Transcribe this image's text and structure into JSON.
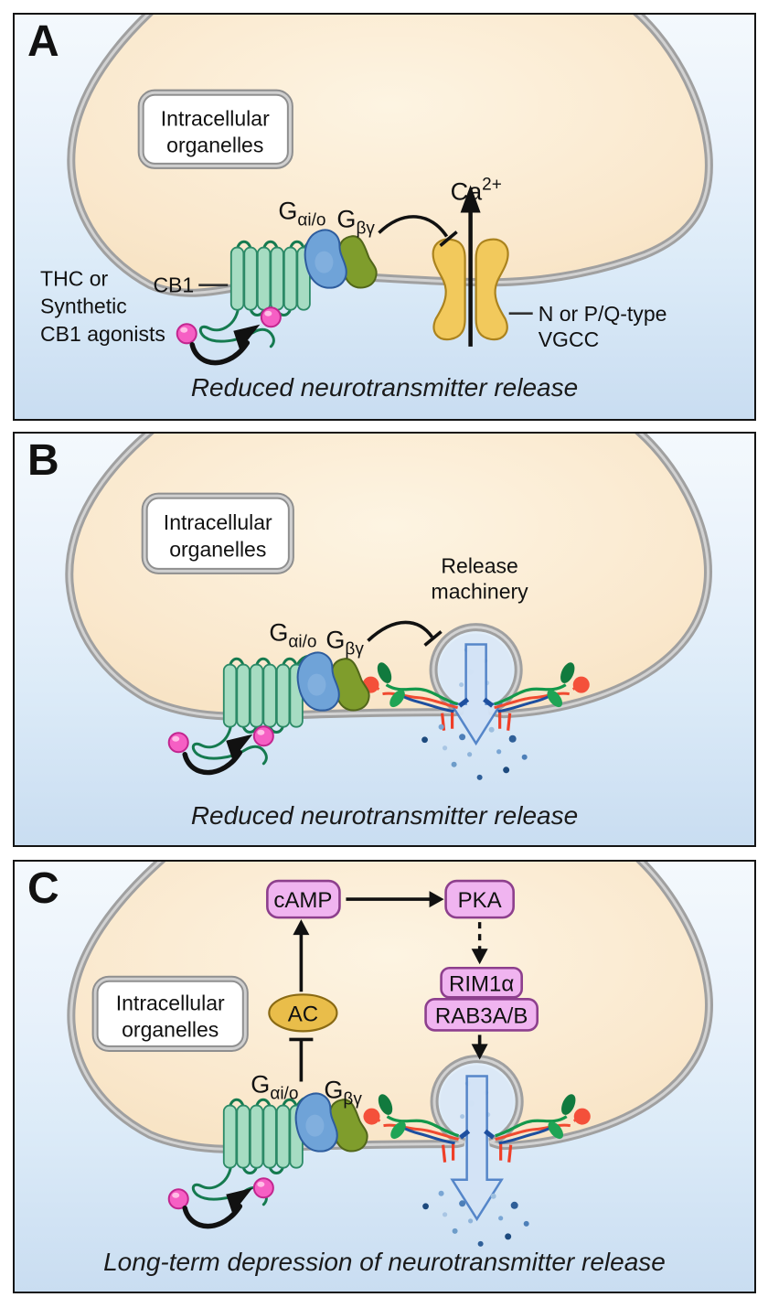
{
  "shared": {
    "organelles_line1": "Intracellular",
    "organelles_line2": "organelles",
    "g_protein": {
      "base": "G",
      "alpha_sub": "αi/o",
      "beta_sub": "βγ"
    }
  },
  "panels": [
    {
      "letter": "A",
      "caption": "Reduced neurotransmitter release",
      "ca_label": {
        "base": "Ca",
        "sup": "2+"
      },
      "agonist_label": [
        "THC or",
        "Synthetic",
        "CB1 agonists"
      ],
      "receptor_label": "CB1",
      "channel_label": [
        "N or P/Q-type",
        "VGCC"
      ]
    },
    {
      "letter": "B",
      "caption": "Reduced neurotransmitter release",
      "release_label": [
        "Release",
        "machinery"
      ]
    },
    {
      "letter": "C",
      "caption": "Long-term depression of neurotransmitter release",
      "nodes": {
        "camp": "cAMP",
        "pka": "PKA",
        "rim": "RIM1α",
        "rab": "RAB3A/B",
        "ac": "AC"
      }
    }
  ],
  "colors": {
    "extracellular_top": "#f4f9fd",
    "extracellular_bottom": "#c9ddf1",
    "cell_fill": "#fae8cd",
    "membrane_gray": "#a0a0a0",
    "receptor_teal": "#a6dcc2",
    "receptor_outline": "#2c8a67",
    "g_alpha_blue": "#6fa3d8",
    "g_beta_olive": "#7f9d2c",
    "vgcc_gold": "#f2c95c",
    "ligand_pink": "#f65fc4",
    "signal_box_pink": "#f0b4f0",
    "signal_box_border": "#8d3f8d",
    "ac_yellow": "#e9bd4a",
    "release_arrow_blue": "#d3e3f6",
    "release_arrow_border": "#4f81c7"
  }
}
